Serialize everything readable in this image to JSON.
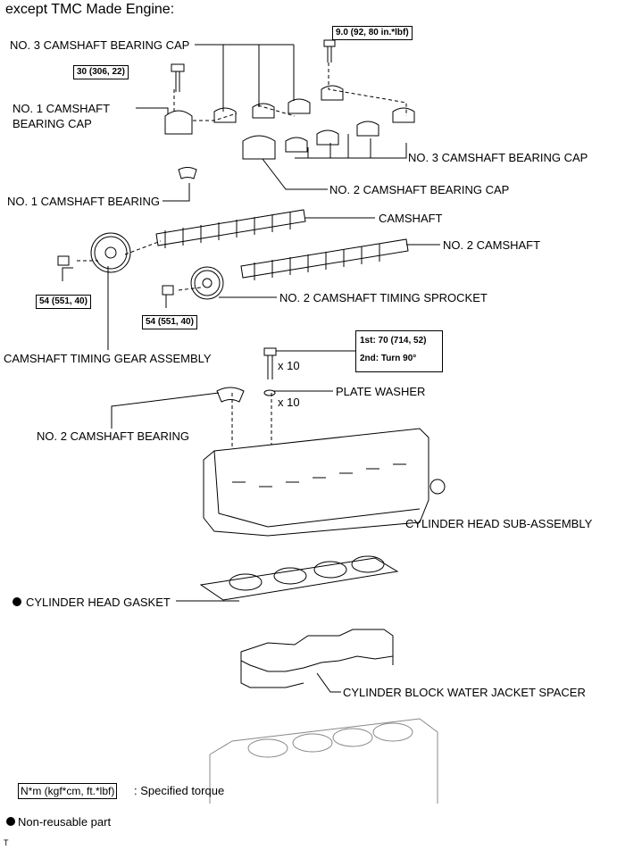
{
  "title": "except TMC Made Engine:",
  "labels": {
    "no3_cap_top": "NO. 3 CAMSHAFT BEARING CAP",
    "no1_cap_l1": "NO. 1 CAMSHAFT",
    "no1_cap_l2": "BEARING CAP",
    "no3_cap_right": "NO. 3 CAMSHAFT BEARING CAP",
    "no2_cap": "NO. 2 CAMSHAFT BEARING CAP",
    "no1_bearing": "NO. 1 CAMSHAFT BEARING",
    "camshaft": "CAMSHAFT",
    "no2_camshaft": "NO. 2 CAMSHAFT",
    "no2_sprocket": "NO. 2 CAMSHAFT TIMING SPROCKET",
    "timing_gear": "CAMSHAFT TIMING GEAR ASSEMBLY",
    "plate_washer": "PLATE WASHER",
    "no2_bearing": "NO. 2 CAMSHAFT BEARING",
    "head_sub": "CYLINDER HEAD SUB-ASSEMBLY",
    "gasket": "CYLINDER HEAD GASKET",
    "spacer": "CYLINDER BLOCK WATER JACKET SPACER"
  },
  "torques": {
    "cap_bolt_small": "9.0 (92, 80 in.*lbf)",
    "cap_bolt": "30 (306, 22)",
    "gear_bolt": "54 (551, 40)",
    "sprocket_bolt": "54 (551, 40)",
    "head_bolt_1st": "1st: 70 (714, 52)",
    "head_bolt_2nd": "2nd: Turn 90°"
  },
  "quantities": {
    "bolts": "x 10",
    "washers": "x 10"
  },
  "legend": {
    "torque_units": "N*m (kgf*cm, ft.*lbf)",
    "torque_desc": ": Specified torque",
    "nonreusable": "Non-reusable part"
  },
  "footer_mark": "T"
}
